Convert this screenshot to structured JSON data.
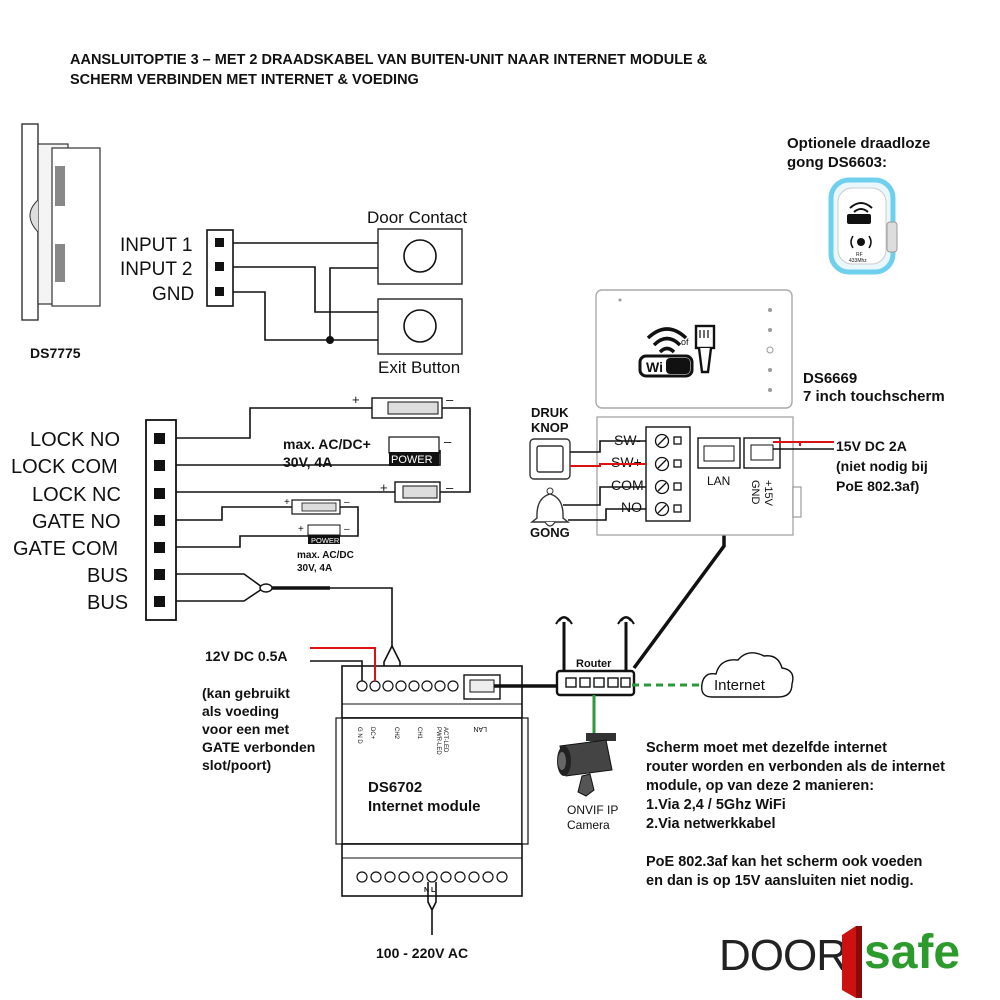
{
  "title": {
    "line1": "AANSLUITOPTIE 3 – MET 2 DRAADSKABEL VAN BUITEN-UNIT NAAR INTERNET MODULE &",
    "line2": "SCHERM VERBINDEN MET INTERNET & VOEDING"
  },
  "outdoor_unit": {
    "label": "DS7775"
  },
  "inputs": {
    "items": [
      "INPUT 1",
      "INPUT 2",
      "GND"
    ],
    "door_contact": "Door Contact",
    "exit_button": "Exit Button"
  },
  "chime": {
    "label_line1": "Optionele draadloze",
    "label_line2": "gong DS6603:",
    "rf_text": "RF",
    "freq_text": "433Mhz"
  },
  "screen": {
    "label_line1": "DS6669",
    "label_line2": "7 inch touchscherm",
    "terminals": [
      "SW-",
      "SW+",
      "COM",
      "NO"
    ],
    "lan": "LAN",
    "gnd": "GND",
    "plus15v": "+15V",
    "druk_knop_line1": "DRUK",
    "druk_knop_line2": "KNOP",
    "gong": "GONG",
    "wifi_of": "of",
    "wifi_text": "Wi Fi"
  },
  "power_screen": {
    "line1": "15V DC 2A",
    "line2": "(niet nodig bij",
    "line3": "PoE 802.3af)"
  },
  "lock_terminals": [
    "LOCK NO",
    "LOCK COM",
    "LOCK NC",
    "GATE NO",
    "GATE COM",
    "BUS",
    "BUS"
  ],
  "lock_power": {
    "line1": "max. AC/DC+",
    "line2": "30V, 4A",
    "badge": "POWER"
  },
  "gate_power": {
    "line1": "max. AC/DC",
    "line2": "30V, 4A",
    "badge": "POWER"
  },
  "module": {
    "power_label": "12V DC 0.5A",
    "note": [
      "(kan gebruikt",
      "als voeding",
      "voor een met",
      "GATE verbonden",
      "slot/poort)"
    ],
    "name_line1": "DS6702",
    "name_line2": "Internet module",
    "ac_label": "100 -  220V AC",
    "small_labels": [
      "G N D",
      "DC+",
      "CH2",
      "CH1",
      "PWR-LED",
      "ACT-LED",
      "LAN"
    ],
    "nl": "N  L"
  },
  "router": {
    "label": "Router"
  },
  "internet": {
    "label": "Internet"
  },
  "camera": {
    "line1": "ONVIF IP",
    "line2": "Camera"
  },
  "notes": {
    "lines": [
      "Scherm moet met dezelfde internet",
      "router worden en verbonden als de internet",
      "module, op van deze 2 manieren:",
      "1.Via 2,4 / 5Ghz WiFi",
      "2.Via netwerkkabel",
      "",
      "PoE 802.3af kan het scherm ook voeden",
      "en dan is op 15V aansluiten niet nodig."
    ]
  },
  "logo": {
    "left": "DOOR",
    "right": "safe"
  },
  "colors": {
    "red": "#dd1111",
    "green": "#2a9a3a",
    "logo_red": "#cc1111",
    "logo_green": "#2d9a2d",
    "chime_glow": "#6fd0ee"
  }
}
